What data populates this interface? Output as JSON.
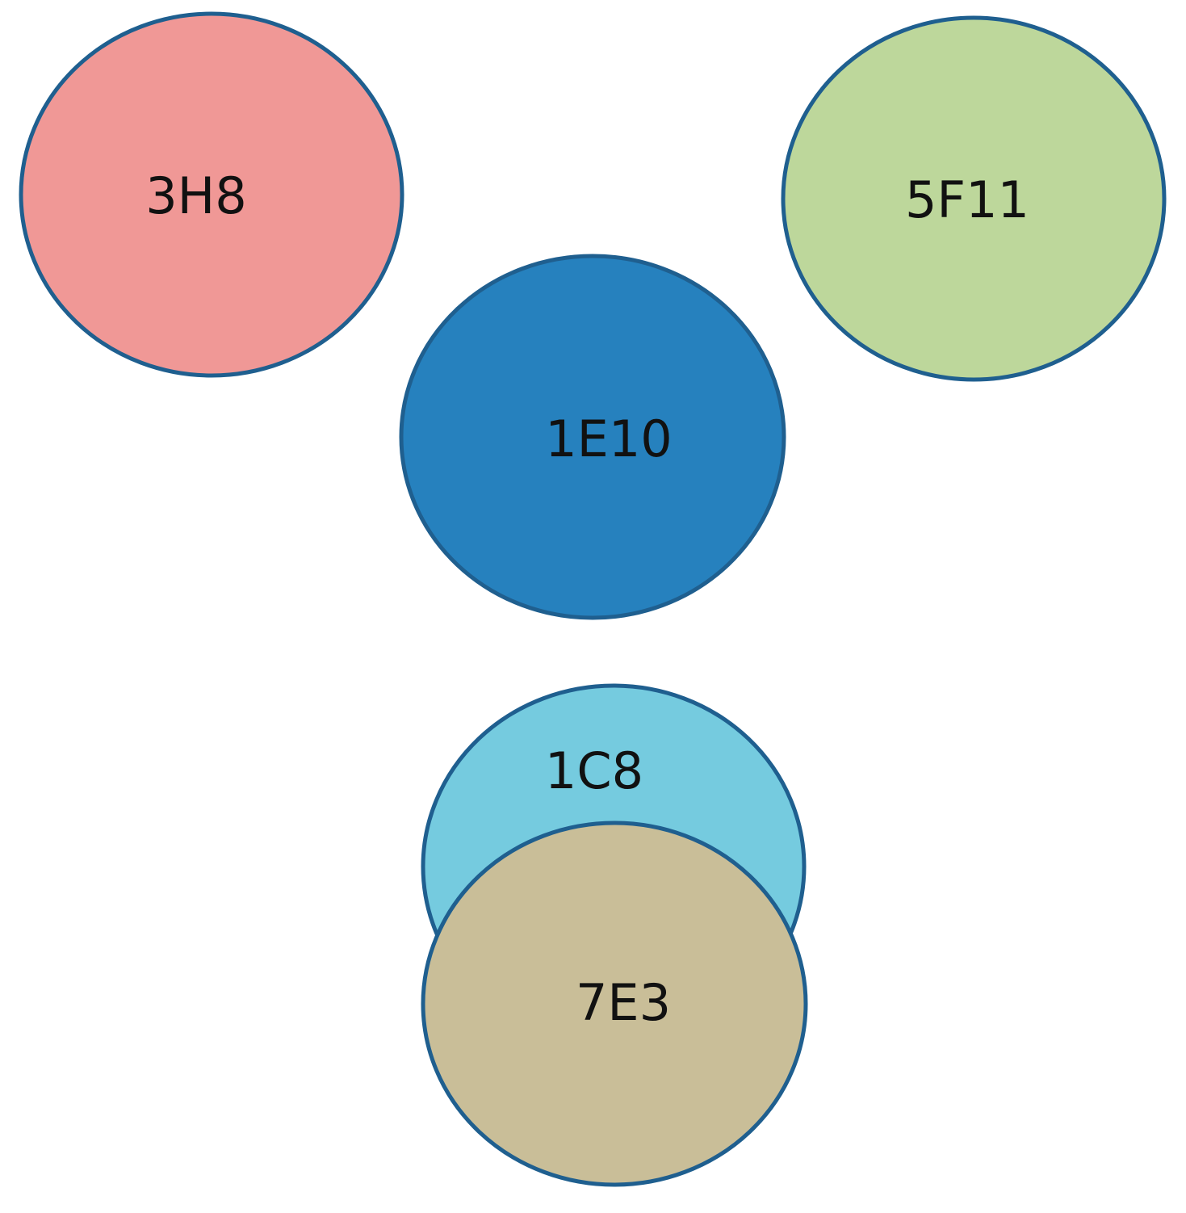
{
  "diagram": {
    "outline_color": "#1f5f8f",
    "circles": [
      {
        "id": "3h8",
        "label": "3H8",
        "color": "#f09896"
      },
      {
        "id": "5f11",
        "label": "5F11",
        "color": "#bdd79b"
      },
      {
        "id": "1e10",
        "label": "1E10",
        "color": "#2681be"
      },
      {
        "id": "1c8",
        "label": "1C8",
        "color": "#75cbdf"
      },
      {
        "id": "7e3",
        "label": "7E3",
        "color": "#c9be98"
      }
    ]
  }
}
